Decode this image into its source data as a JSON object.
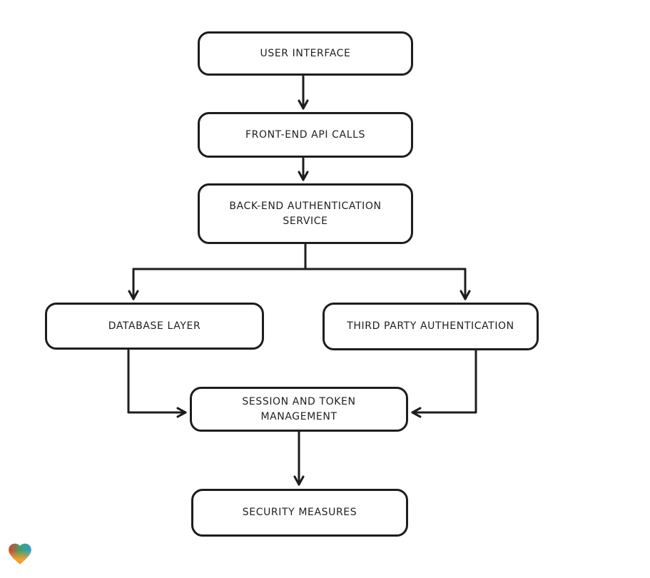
{
  "app": {
    "type": "flowchart",
    "background": "#ffffff"
  },
  "palette": {
    "background": "#ffffff",
    "stroke": "#1d1d1d",
    "node_fill": "#ffffff",
    "text": "#1f1f1f",
    "logo_red": "#e23b2e",
    "logo_green": "#3aa56b",
    "logo_blue": "#2f9fd6",
    "logo_orange": "#f59f2c"
  },
  "diagram": {
    "nodes": [
      {
        "id": "user-interface",
        "label": "USER INTERFACE"
      },
      {
        "id": "front-end-api-calls",
        "label": "FRONT-END API CALLS"
      },
      {
        "id": "back-end-authentication-service",
        "label": "BACK-END AUTHENTICATION SERVICE"
      },
      {
        "id": "database-layer",
        "label": "DATABASE LAYER"
      },
      {
        "id": "third-party-authentication",
        "label": "THIRD PARTY AUTHENTICATION"
      },
      {
        "id": "session-and-token-management",
        "label": "SESSION AND TOKEN MANAGEMENT"
      },
      {
        "id": "security-measures",
        "label": "SECURITY MEASURES"
      }
    ],
    "edges": [
      {
        "from": "user-interface",
        "to": "front-end-api-calls"
      },
      {
        "from": "front-end-api-calls",
        "to": "back-end-authentication-service"
      },
      {
        "from": "back-end-authentication-service",
        "to": "database-layer"
      },
      {
        "from": "back-end-authentication-service",
        "to": "third-party-authentication"
      },
      {
        "from": "database-layer",
        "to": "session-and-token-management"
      },
      {
        "from": "third-party-authentication",
        "to": "session-and-token-management"
      },
      {
        "from": "session-and-token-management",
        "to": "security-measures"
      }
    ]
  },
  "footer": {
    "watermark": "heart-logo"
  }
}
